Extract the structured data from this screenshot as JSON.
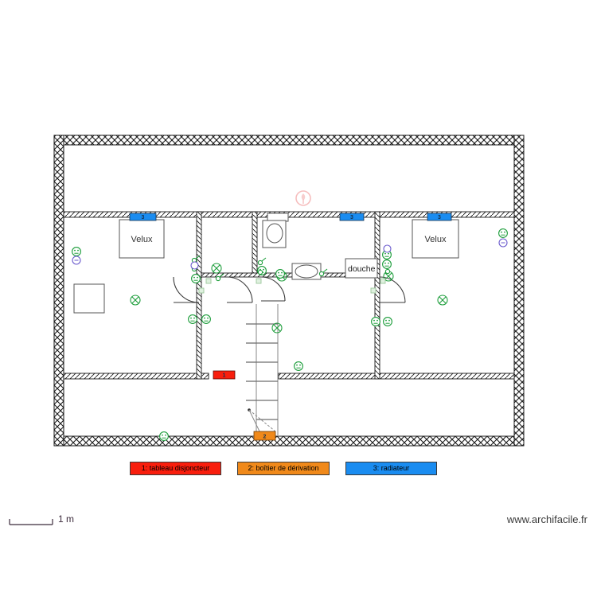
{
  "app": {
    "watermark": "www.archifacile.fr"
  },
  "scale": {
    "label": "1 m"
  },
  "legend": {
    "items": [
      {
        "id": "1",
        "label": "1: tableau disjoncteur",
        "color": "#f81e0d"
      },
      {
        "id": "2",
        "label": "2: boîtier de dérivation",
        "color": "#f0891a"
      },
      {
        "id": "3",
        "label": "3: radiateur",
        "color": "#1a8cf0"
      }
    ]
  },
  "plan": {
    "rooms": [
      {
        "name": "velux-left",
        "label": "Velux"
      },
      {
        "name": "velux-right",
        "label": "Velux"
      },
      {
        "name": "shower",
        "label": "douche"
      }
    ],
    "markers": {
      "radiator_number": "3",
      "breaker_number": "1",
      "junction_number": "2"
    },
    "colors": {
      "wall": "#1a1a1a",
      "radiator": "#1a8cf0",
      "breaker": "#f81e0d",
      "junction": "#f0891a",
      "electrical_green": "#1e9e3c",
      "electrical_violet": "#6a5acd",
      "smoke_detector": "#f2a6a6"
    }
  }
}
